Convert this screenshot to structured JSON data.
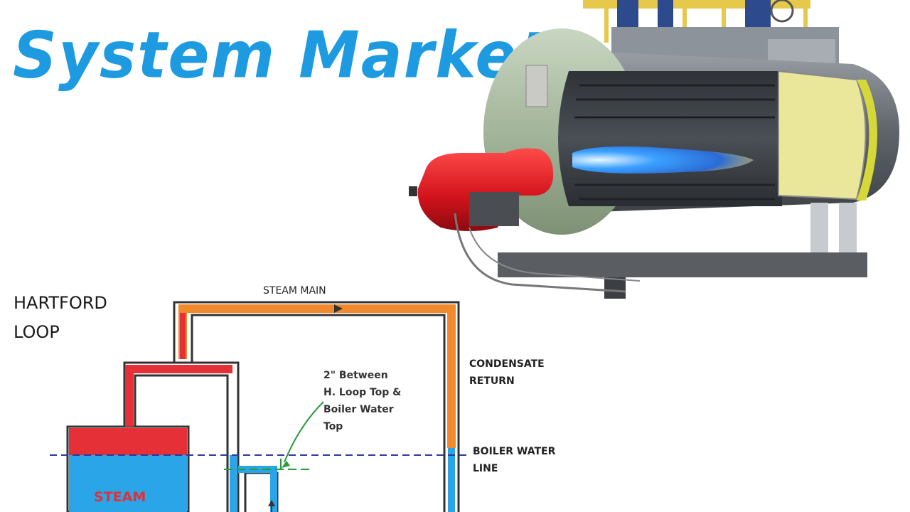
{
  "brand": {
    "title": "System Market",
    "color": "#1e9be0"
  },
  "diagram": {
    "title_line1": "HARTFORD",
    "title_line2": "LOOP",
    "steam_main": "STEAM MAIN",
    "condensate_line1": "CONDENSATE",
    "condensate_line2": "RETURN",
    "note_line1": "2\" Between",
    "note_line2": "H. Loop Top &",
    "note_line3": "Boiler Water",
    "note_line4": "Top",
    "boiler_water_line1": "BOILER WATER",
    "boiler_water_line2": "LINE",
    "steam_label": "STEAM"
  },
  "colors": {
    "steam": "#e53038",
    "water": "#2aa6e8",
    "condensate": "#f08a2c",
    "boiler_shell": "#a8bfa0",
    "burner": "#d9121c",
    "annotation": "#2a9a3a",
    "water_line": "#2a3aa0"
  }
}
